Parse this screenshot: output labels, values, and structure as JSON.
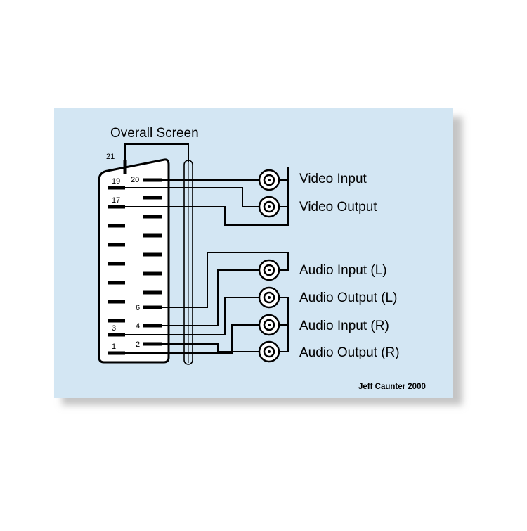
{
  "diagram": {
    "title": "Overall Screen",
    "credit": "Jeff Caunter 2000",
    "colors": {
      "background": "#d3e6f3",
      "shadow": "#c4c4c4",
      "ink": "#000000"
    },
    "pin_labels": {
      "p21": "21",
      "p20": "20",
      "p19": "19",
      "p17": "17",
      "p6": "6",
      "p4": "4",
      "p3": "3",
      "p2": "2",
      "p1": "1"
    },
    "connectors": [
      {
        "label": "Video Input"
      },
      {
        "label": "Video Output"
      },
      {
        "label": "Audio Input (L)"
      },
      {
        "label": "Audio Output (L)"
      },
      {
        "label": "Audio Input (R)"
      },
      {
        "label": "Audio Output (R)"
      }
    ]
  }
}
